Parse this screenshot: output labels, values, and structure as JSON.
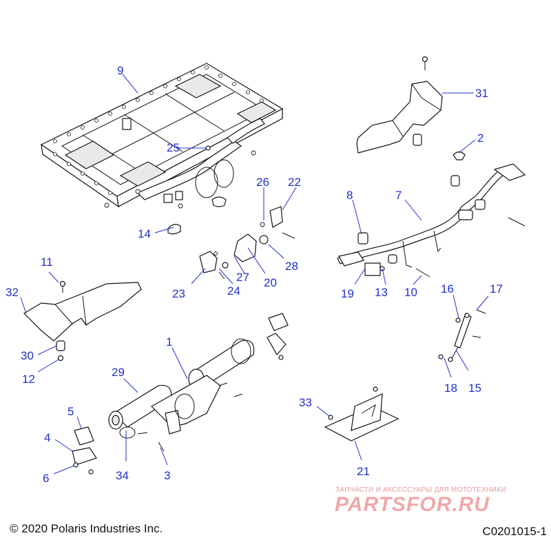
{
  "diagram": {
    "copyright": "© 2020 Polaris Industries Inc.",
    "figure_id": "C0201015-1",
    "watermark_small": "ЗАПЧАСТИ И АКСЕССУАРЫ ДЛЯ МОТОТЕХНИКИ",
    "watermark_big": "PARTSFOR.RU",
    "callout_color": "#1f2fd0",
    "callouts": [
      {
        "label": "1"
      },
      {
        "label": "2"
      },
      {
        "label": "3"
      },
      {
        "label": "4"
      },
      {
        "label": "5"
      },
      {
        "label": "6"
      },
      {
        "label": "7"
      },
      {
        "label": "8"
      },
      {
        "label": "9"
      },
      {
        "label": "10"
      },
      {
        "label": "11"
      },
      {
        "label": "12"
      },
      {
        "label": "13"
      },
      {
        "label": "14"
      },
      {
        "label": "15"
      },
      {
        "label": "16"
      },
      {
        "label": "17"
      },
      {
        "label": "18"
      },
      {
        "label": "19"
      },
      {
        "label": "20"
      },
      {
        "label": "21"
      },
      {
        "label": "22"
      },
      {
        "label": "23"
      },
      {
        "label": "24"
      },
      {
        "label": "25"
      },
      {
        "label": "26"
      },
      {
        "label": "27"
      },
      {
        "label": "28"
      },
      {
        "label": "29"
      },
      {
        "label": "30"
      },
      {
        "label": "31"
      },
      {
        "label": "32"
      },
      {
        "label": "33"
      },
      {
        "label": "34"
      }
    ]
  }
}
